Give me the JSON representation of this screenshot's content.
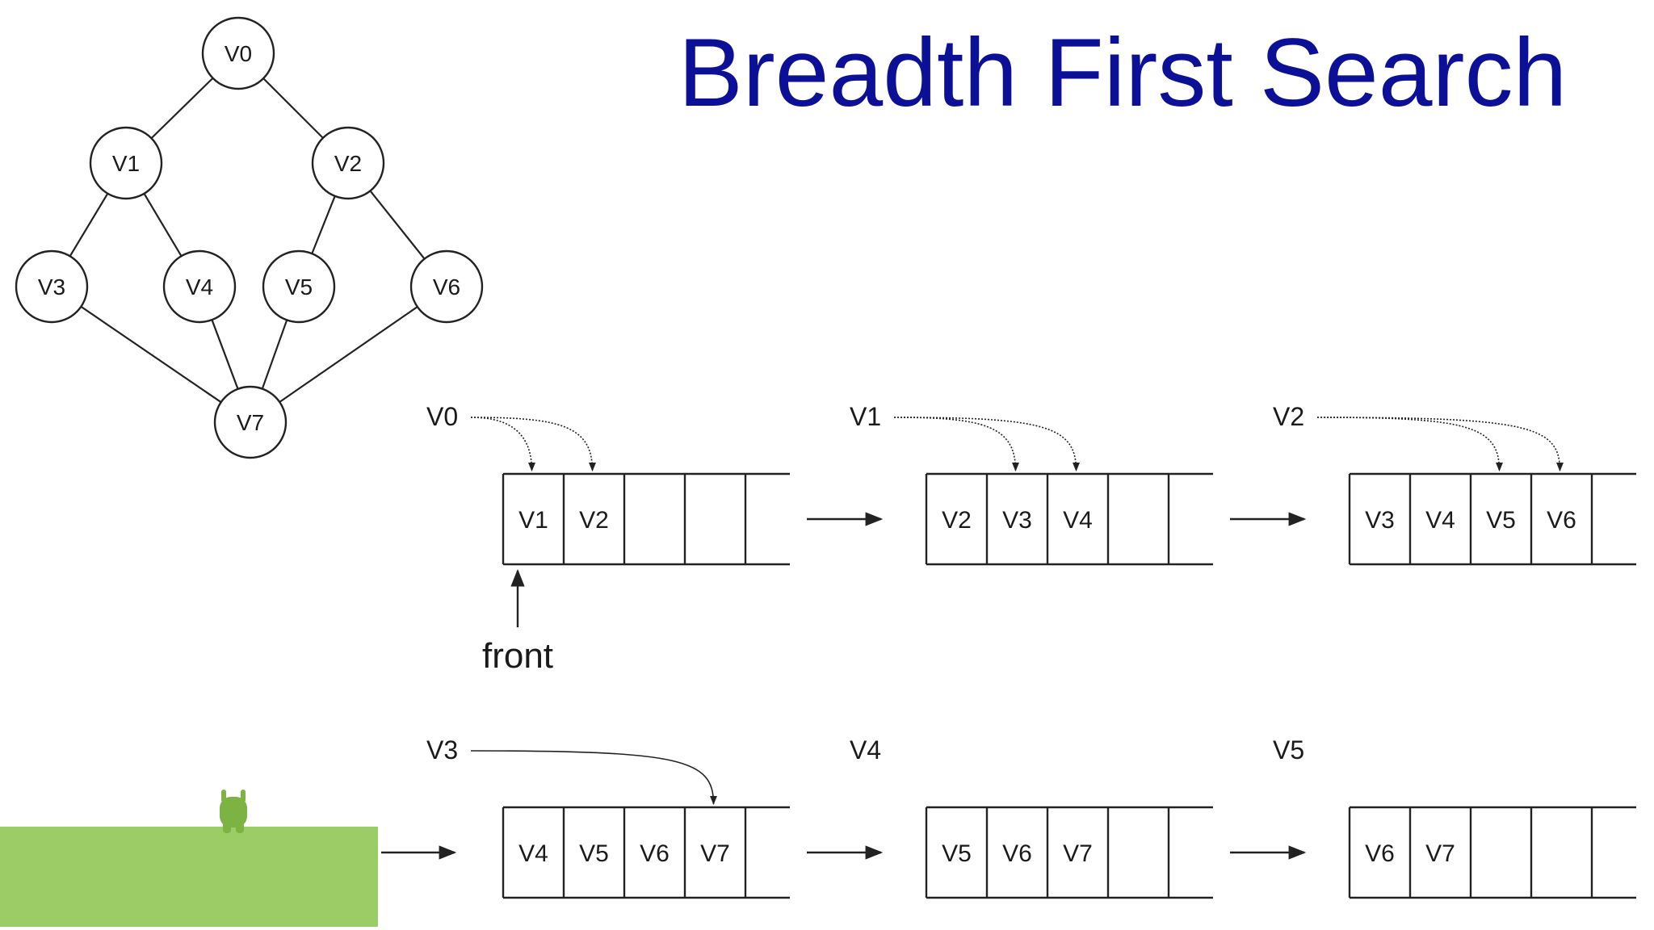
{
  "slide": {
    "title": "Breadth First Search"
  },
  "graph": {
    "nodes": [
      {
        "id": "v0",
        "label": "V0"
      },
      {
        "id": "v1",
        "label": "V1"
      },
      {
        "id": "v2",
        "label": "V2"
      },
      {
        "id": "v3",
        "label": "V3"
      },
      {
        "id": "v4",
        "label": "V4"
      },
      {
        "id": "v5",
        "label": "V5"
      },
      {
        "id": "v6",
        "label": "V6"
      },
      {
        "id": "v7",
        "label": "V7"
      }
    ],
    "edges": [
      [
        "v0",
        "v1"
      ],
      [
        "v0",
        "v2"
      ],
      [
        "v1",
        "v3"
      ],
      [
        "v1",
        "v4"
      ],
      [
        "v2",
        "v5"
      ],
      [
        "v2",
        "v6"
      ],
      [
        "v3",
        "v7"
      ],
      [
        "v4",
        "v7"
      ],
      [
        "v5",
        "v7"
      ],
      [
        "v6",
        "v7"
      ]
    ]
  },
  "queue_steps": [
    {
      "visit": "V0",
      "queue": [
        "V1",
        "V2"
      ],
      "enqueued": [
        "V1",
        "V2"
      ]
    },
    {
      "visit": "V1",
      "queue": [
        "V2",
        "V3",
        "V4"
      ],
      "enqueued": [
        "V3",
        "V4"
      ]
    },
    {
      "visit": "V2",
      "queue": [
        "V3",
        "V4",
        "V5",
        "V6"
      ],
      "enqueued": [
        "V5",
        "V6"
      ]
    },
    {
      "visit": "V3",
      "queue": [
        "V4",
        "V5",
        "V6",
        "V7"
      ],
      "enqueued": [
        "V7"
      ]
    },
    {
      "visit": "V4",
      "queue": [
        "V5",
        "V6",
        "V7"
      ],
      "enqueued": []
    },
    {
      "visit": "V5",
      "queue": [
        "V6",
        "V7"
      ],
      "enqueued": []
    }
  ],
  "front_label": "front",
  "colors": {
    "title": "#0b1096",
    "accent_green": "#9ccc65",
    "mascot_green": "#7cb342",
    "stroke": "#222222"
  }
}
